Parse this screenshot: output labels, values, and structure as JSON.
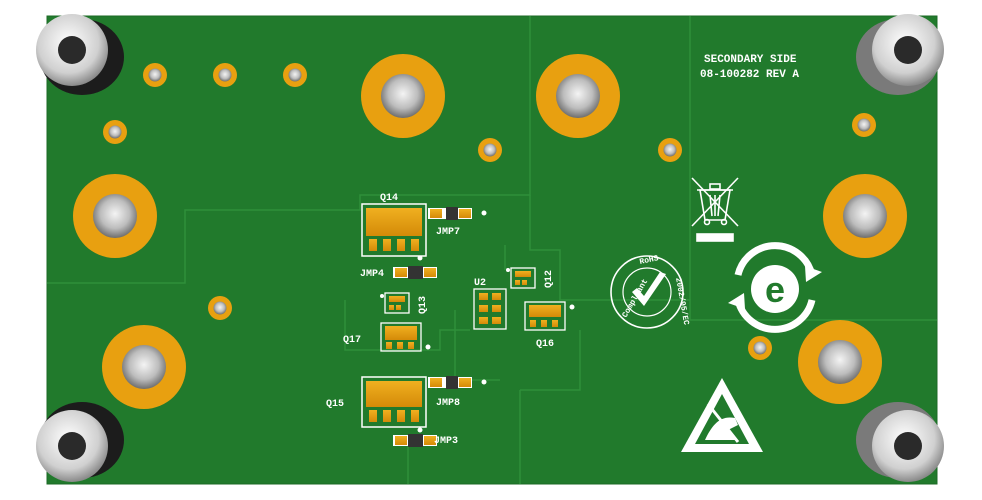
{
  "board": {
    "side_title": "SECONDARY SIDE",
    "part_number": "08-100282 REV A"
  },
  "components": {
    "q14": "Q14",
    "jmp7": "JMP7",
    "jmp4": "JMP4",
    "q13": "Q13",
    "u2": "U2",
    "q12": "Q12",
    "q17": "Q17",
    "q16": "Q16",
    "q15": "Q15",
    "jmp8": "JMP8",
    "jmp3": "JMP3"
  },
  "logos": {
    "rohs_top": "RoHS",
    "rohs_right": "2002/95/EC",
    "rohs_left": "Compliant"
  },
  "colors": {
    "board": "#217a2c",
    "trace": "#2f8f3a",
    "copper": "#e8a010",
    "silkscreen": "#ffffff"
  }
}
